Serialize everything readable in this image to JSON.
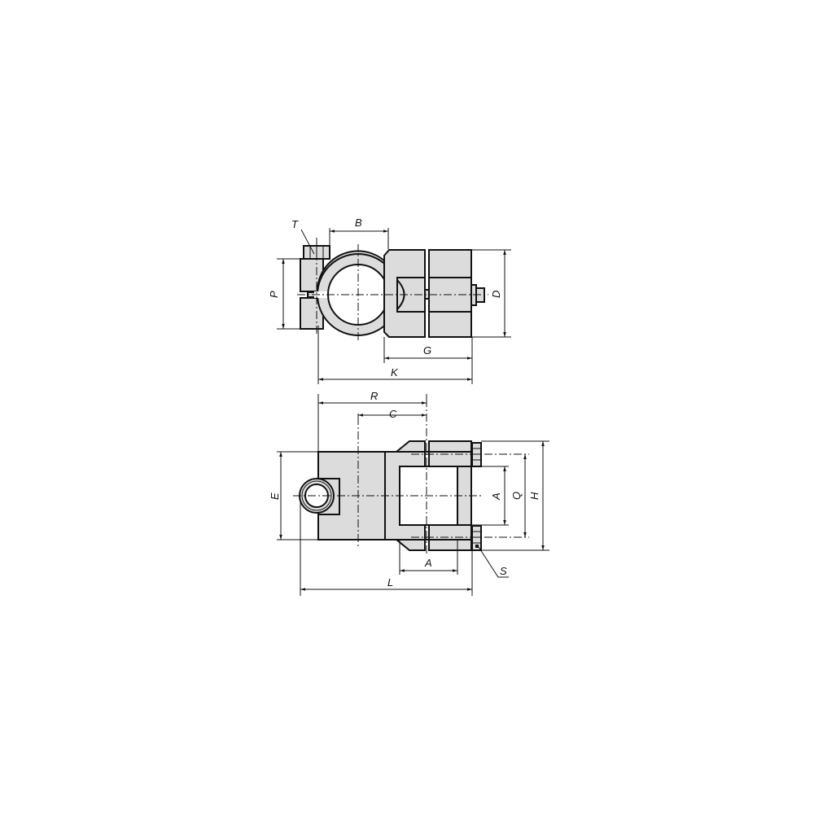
{
  "drawing": {
    "title": "Tube clamp technical drawing",
    "colors": {
      "fill": "#dcdcdc",
      "line": "#111111",
      "background": "#ffffff"
    },
    "top_view": {
      "labels": {
        "T": "T",
        "B": "B",
        "P": "P",
        "D": "D",
        "G": "G",
        "K": "K"
      }
    },
    "front_view": {
      "labels": {
        "R": "R",
        "C": "C",
        "E": "E",
        "A_vertical": "A",
        "Q": "Q",
        "H": "H",
        "A_horizontal": "A",
        "S": "S",
        "L": "L"
      }
    }
  }
}
